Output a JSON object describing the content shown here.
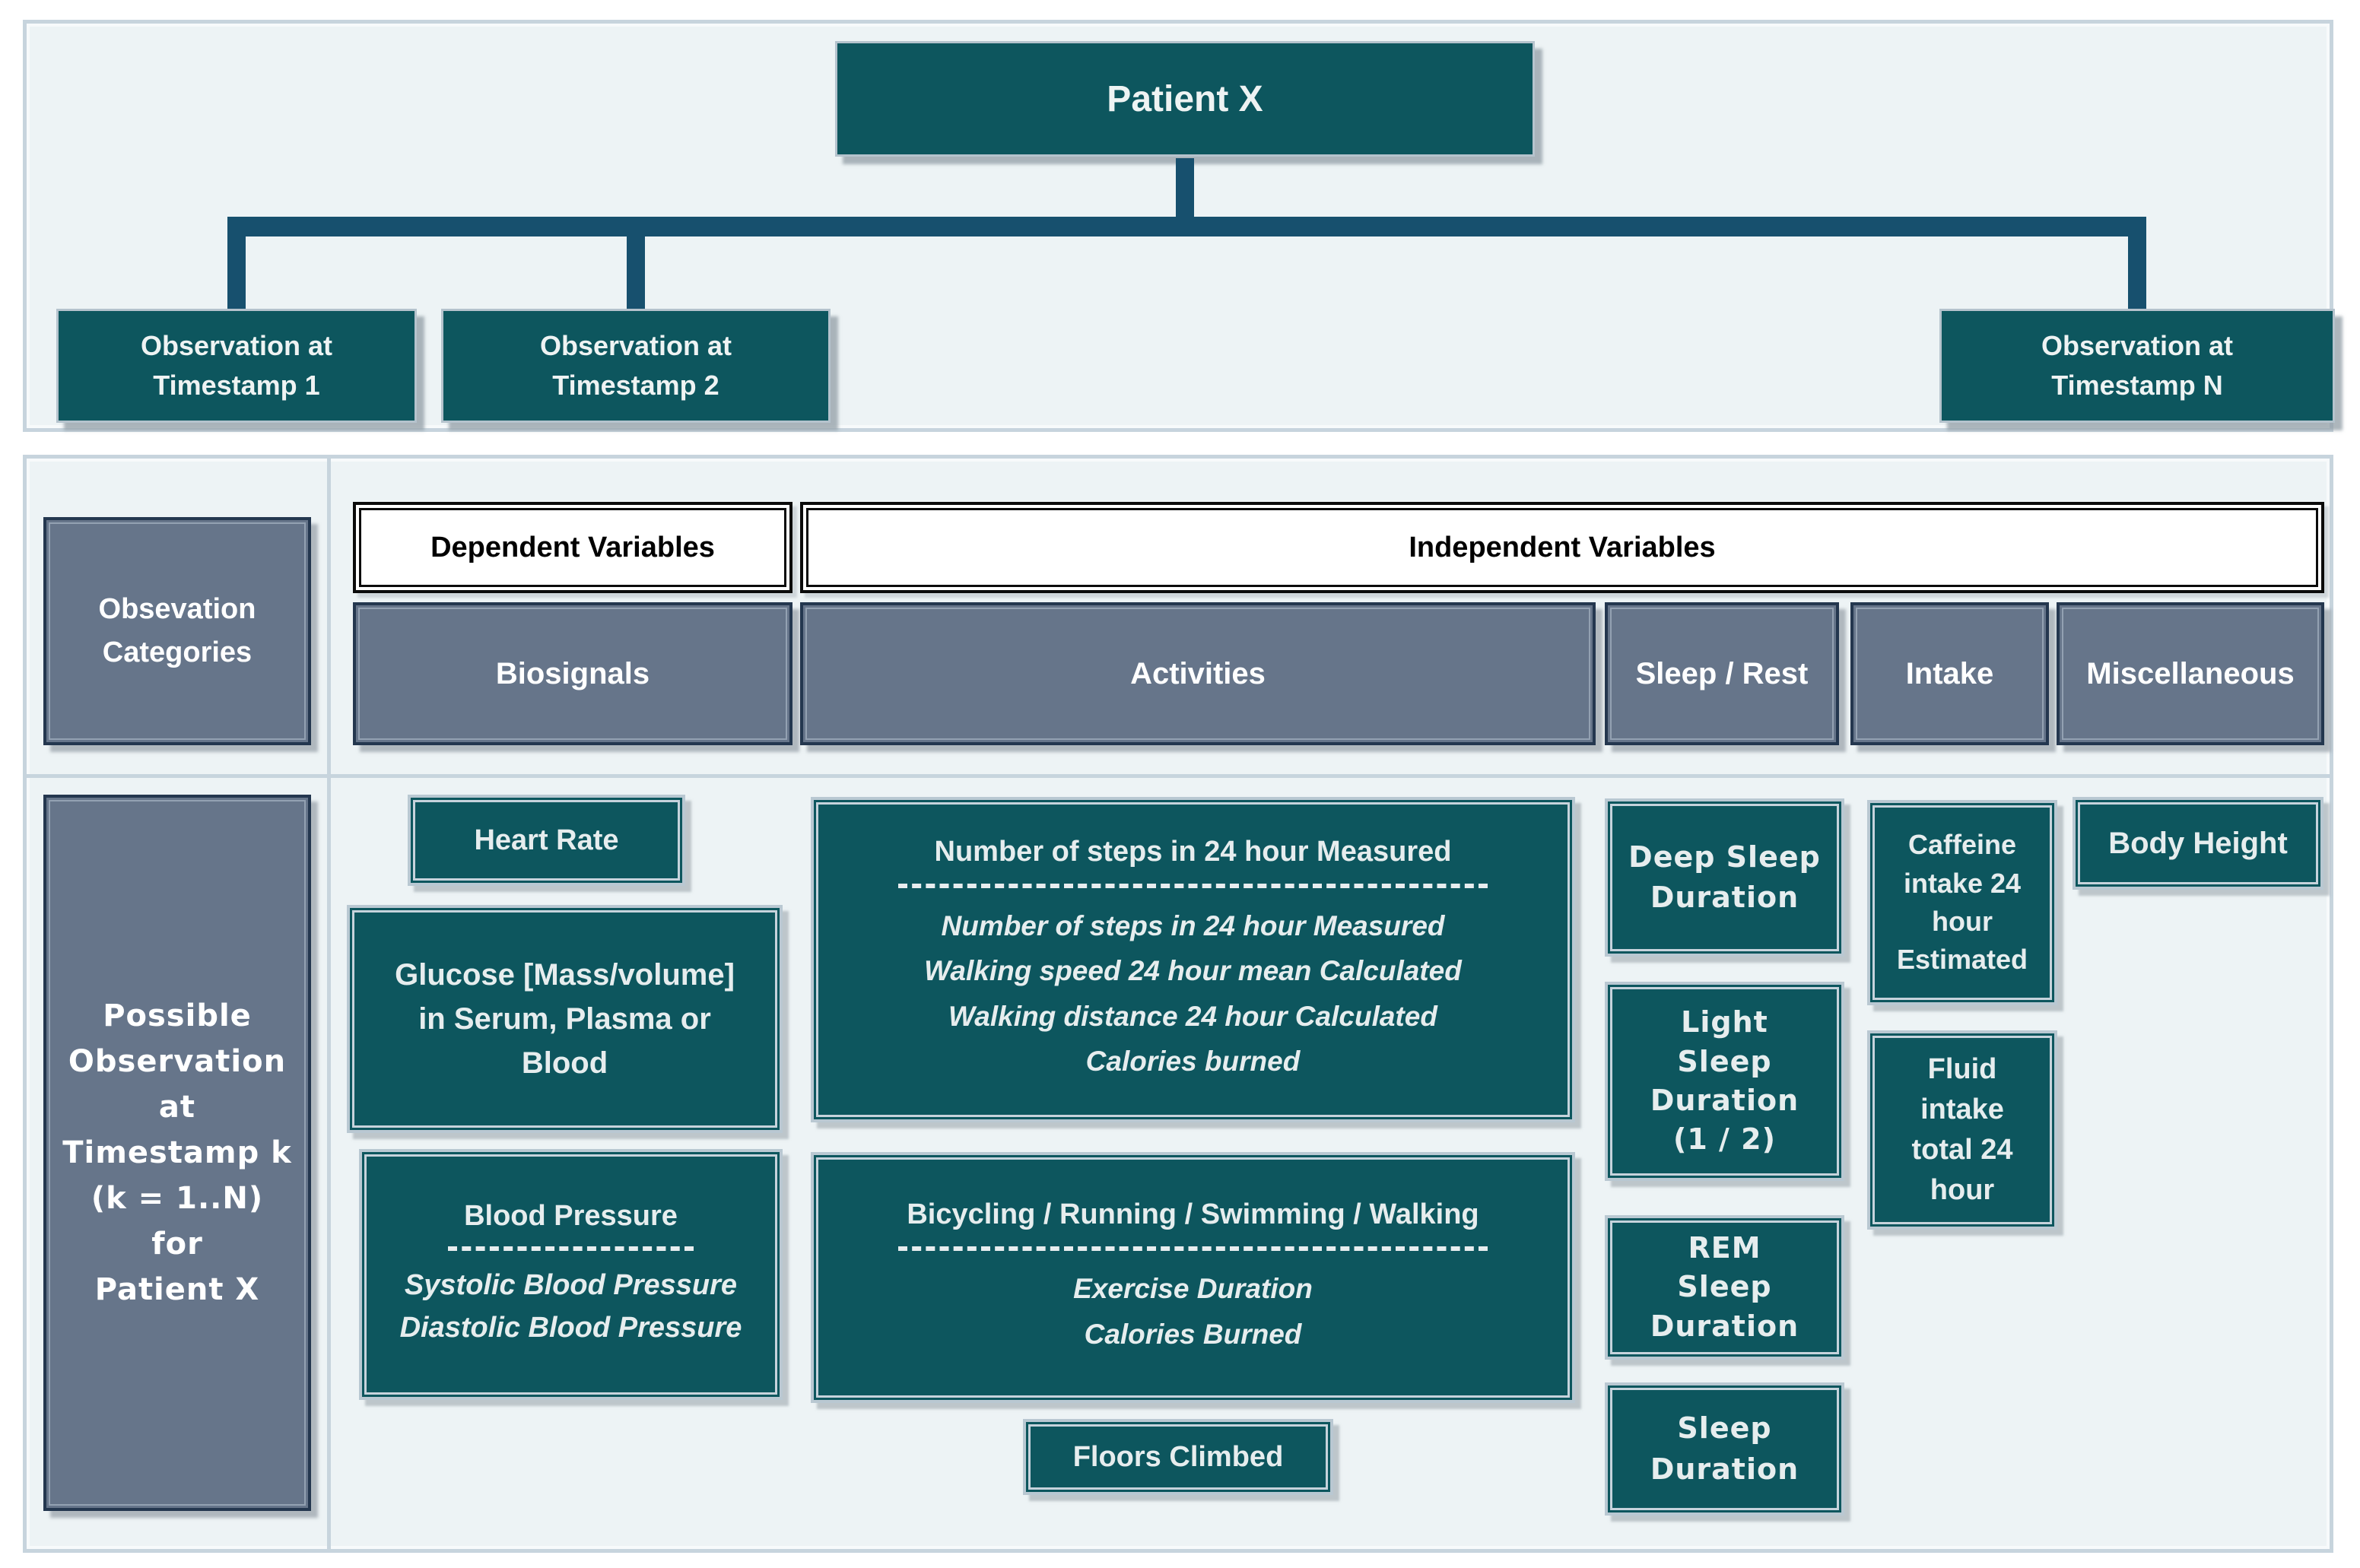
{
  "colors": {
    "teal_box": "#0d565e",
    "slate_box": "#66758a",
    "connector_line": "#17506e",
    "panel_background": "#edf3f5",
    "panel_border": "#c7d4dd",
    "white_box_border": "#0b0b0b"
  },
  "tree": {
    "root_label": "Patient X",
    "observation_nodes": [
      {
        "label": "Observation at\nTimestamp 1"
      },
      {
        "label": "Observation at\nTimestamp 2"
      },
      {
        "label": "Observation at\nTimestamp N"
      }
    ]
  },
  "categories_section": {
    "row_label": "Obsevation\nCategories",
    "variable_headers": [
      {
        "label": "Dependent Variables"
      },
      {
        "label": "Independent Variables"
      }
    ],
    "category_groups": [
      {
        "label": "Biosignals"
      },
      {
        "label": "Activities"
      },
      {
        "label": "Sleep / Rest"
      },
      {
        "label": "Intake"
      },
      {
        "label": "Miscellaneous"
      }
    ]
  },
  "observations_section": {
    "row_label": "Possible\nObservation\nat\nTimestamp k\n(k = 1..N)\nfor\nPatient X",
    "biosignals": [
      {
        "title": "Heart Rate"
      },
      {
        "title": "Glucose [Mass/volume]\nin Serum, Plasma or\nBlood"
      },
      {
        "title": "Blood Pressure",
        "details": [
          "Systolic Blood Pressure",
          "Diastolic Blood Pressure"
        ]
      }
    ],
    "activities": [
      {
        "title": "Number of steps in 24 hour Measured",
        "details": [
          "Number of steps in 24 hour Measured",
          "Walking speed 24 hour mean Calculated",
          "Walking distance 24 hour Calculated",
          "Calories burned"
        ]
      },
      {
        "title": "Bicycling / Running / Swimming / Walking",
        "details": [
          "Exercise Duration",
          "Calories Burned"
        ]
      },
      {
        "title": "Floors Climbed"
      }
    ],
    "sleep_rest": [
      {
        "title": "Deep Sleep\nDuration"
      },
      {
        "title": "Light\nSleep\nDuration\n(1 / 2)"
      },
      {
        "title": "REM\nSleep\nDuration"
      },
      {
        "title": "Sleep\nDuration"
      }
    ],
    "intake": [
      {
        "title": "Caffeine\nintake 24\nhour\nEstimated"
      },
      {
        "title": "Fluid\nintake\ntotal 24\nhour"
      }
    ],
    "miscellaneous": [
      {
        "title": "Body Height"
      }
    ]
  }
}
